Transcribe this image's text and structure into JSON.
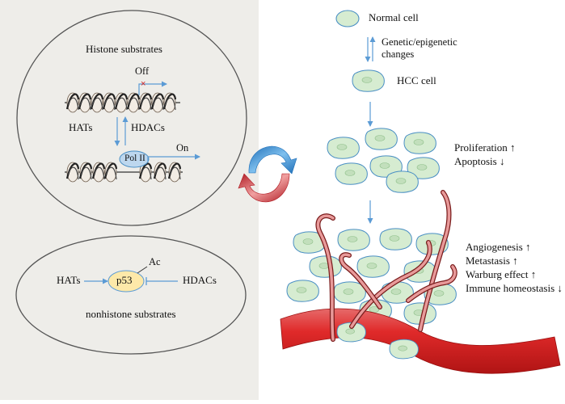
{
  "histone": {
    "title": "Histone substrates",
    "off": "Off",
    "on": "On",
    "hats": "HATs",
    "hdacs": "HDACs",
    "pol": "Pol II"
  },
  "nonhistone": {
    "hats": "HATs",
    "p53": "p53",
    "ac": "Ac",
    "hdacs": "HDACs",
    "title": "nonhistone substrates"
  },
  "pathway": {
    "normal_cell": "Normal cell",
    "changes_line1": "Genetic/epigenetic",
    "changes_line2": "changes",
    "hcc_cell": "HCC cell",
    "proliferation": "Proliferation ↑",
    "apoptosis": "Apoptosis ↓",
    "angiogenesis": "Angiogenesis ↑",
    "metastasis": "Metastasis ↑",
    "warburg": "Warburg effect ↑",
    "immune": "Immune homeostasis ↓"
  },
  "colors": {
    "left_bg": "#eeede9",
    "cell_fill": "#d6ecd1",
    "cell_stroke": "#4a8fc4",
    "arrow_blue": "#5b9bd5",
    "pol_fill": "#bdd7ee",
    "p53_fill": "#fde9a9",
    "vessel_red": "#d62a2a",
    "cycle_blue": "#2e8bd6",
    "cycle_red": "#c8202a"
  }
}
